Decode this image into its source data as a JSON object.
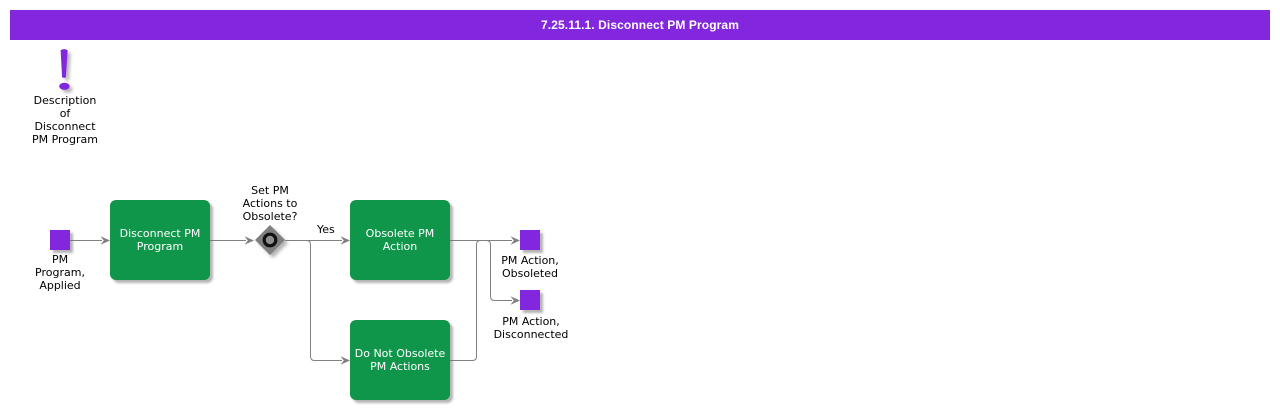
{
  "header": {
    "title": "7.25.11.1. Disconnect PM Program"
  },
  "note": {
    "icon": "exclamation-icon",
    "label": "Description\nof\nDisconnect\nPM Program"
  },
  "flow": {
    "start_event": {
      "label": "PM\nProgram,\nApplied"
    },
    "tasks": [
      {
        "label": "Disconnect PM\nProgram"
      },
      {
        "label": "Obsolete PM\nAction"
      },
      {
        "label": "Do Not Obsolete\nPM Actions"
      }
    ],
    "gateway": {
      "question": "Set PM\nActions to\nObsolete?",
      "yes_label": "Yes"
    },
    "end_events": [
      {
        "label": "PM Action,\nObsoleted"
      },
      {
        "label": "PM Action,\nDisconnected"
      }
    ]
  },
  "colors": {
    "purple": "#8227de",
    "green": "#10964a",
    "line": "#808080",
    "gateway_fill": "#808080",
    "gateway_ring": "#111111",
    "title_text": "#ffffff",
    "label_text": "#000000",
    "background": "#ffffff"
  }
}
